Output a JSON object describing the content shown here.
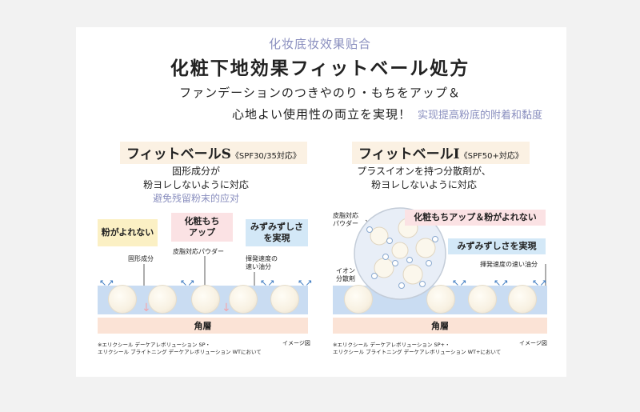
{
  "header": {
    "cn_subtitle": "化妆底妆效果贴合",
    "title": "化粧下地効果フィットベール処方",
    "line1": "ファンデーションのつきやのり・もちをアップ＆",
    "line2": "心地よい使用性の両立を実現！",
    "line2_cn": "实现提高粉底的附着和黏度"
  },
  "left": {
    "title": "フィットベールS",
    "spf": "《SPF30/35対応》",
    "desc1": "固形成分が",
    "desc2": "粉ヨレしないように対応",
    "desc_cn": "避免残留粉末的应对",
    "box_yellow": "粉がよれない",
    "box_pink_1": "化粧もち",
    "box_pink_2": "アップ",
    "box_blue_1": "みずみずしさ",
    "box_blue_2": "を実現",
    "label_solid": "固形成分",
    "label_powder": "皮脂対応パウダー",
    "label_oil_1": "揮発速度の",
    "label_oil_2": "速い油分",
    "skin": "角層",
    "note1": "※エリクシール デーケアレボリューション SP・",
    "note2": "エリクシール ブライトニング デーケアレボリューション WTにおいて",
    "image_label": "イメージ図"
  },
  "right": {
    "title": "フィットベールⅠ",
    "spf": "《SPF50+対応》",
    "desc1": "プラスイオンを持つ分散剤が、",
    "desc2": "粉ヨレしないように対応",
    "box_pink": "化粧もちアップ＆粉がよれない",
    "box_blue": "みずみずしさを実現",
    "label_powder_1": "皮脂対応",
    "label_powder_2": "パウダー",
    "label_ion_1": "イオン",
    "label_ion_2": "分散剤",
    "label_oil": "揮発速度の速い油分",
    "skin": "角層",
    "note1": "※エリクシール デーケアレボリューション SP+・",
    "note2": "エリクシール ブライトニング デーケアレボリューション WT+において",
    "image_label": "イメージ図"
  }
}
